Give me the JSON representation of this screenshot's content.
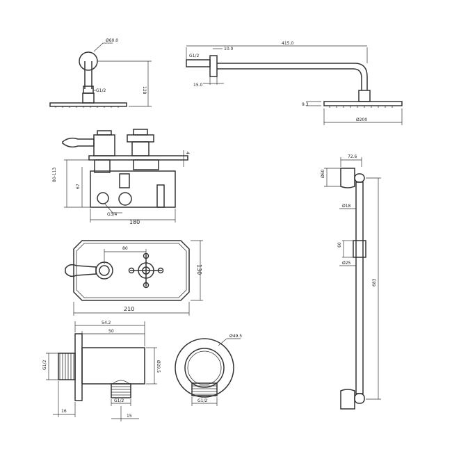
{
  "shower_head_side": {
    "dia_label": "Ø60.0",
    "thread_label": "G1/2",
    "height_label": "128"
  },
  "shower_arm": {
    "thread_label": "G1/2",
    "dia_label": "10.0",
    "length_label": "415.0",
    "plate_label": "15.0",
    "head_thickness_label": "9.3",
    "head_dia_label": "Ø200"
  },
  "valve_side": {
    "height_label": "80-113",
    "depth_label": "67",
    "thick_label": "4",
    "outlet_label": "G3/4",
    "width_label": "180"
  },
  "valve_front": {
    "centres_label": "80",
    "height_label": "130",
    "width_label": "210"
  },
  "riser_rail": {
    "top_label": "72.6",
    "dia_label": "Ø60",
    "tube_label": "Ø18",
    "slider_label": "60",
    "slider_dia_label": "Ø25",
    "length_label": "683"
  },
  "elbow_side": {
    "length_label": "54.2",
    "body_label": "50",
    "thread_label": "G1/2",
    "dia_label": "Ø29.5",
    "outlet_label": "G1/2",
    "left_label": "16",
    "outlet_offset_label": "15"
  },
  "elbow_front": {
    "dia_label": "Ø49.5",
    "outlet_label": "G1/2"
  }
}
